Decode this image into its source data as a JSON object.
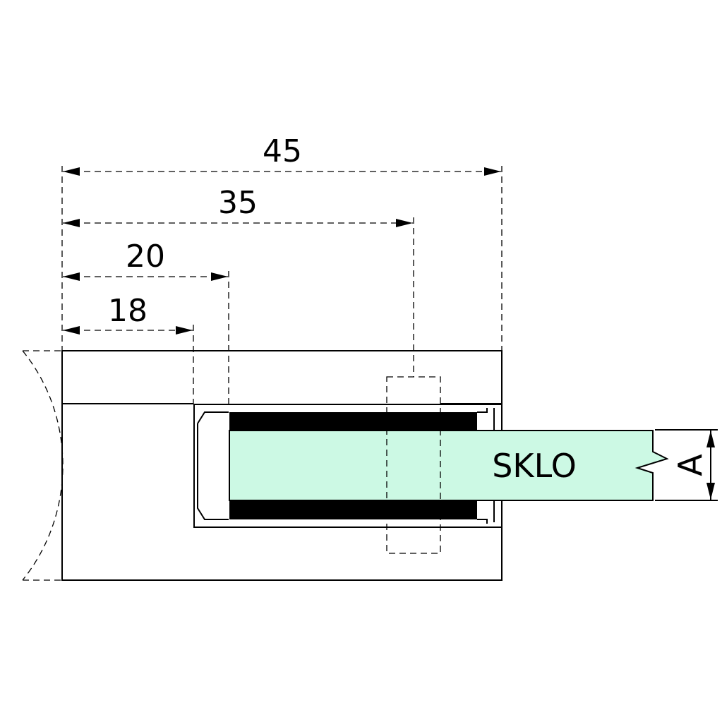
{
  "dimensions": [
    {
      "value": "45"
    },
    {
      "value": "35"
    },
    {
      "value": "20"
    },
    {
      "value": "18"
    }
  ],
  "glass_label": "SKLO",
  "thickness_label": "A",
  "colors": {
    "glass": "#ccf9e4",
    "gasket": "#000000",
    "line": "#000000"
  }
}
